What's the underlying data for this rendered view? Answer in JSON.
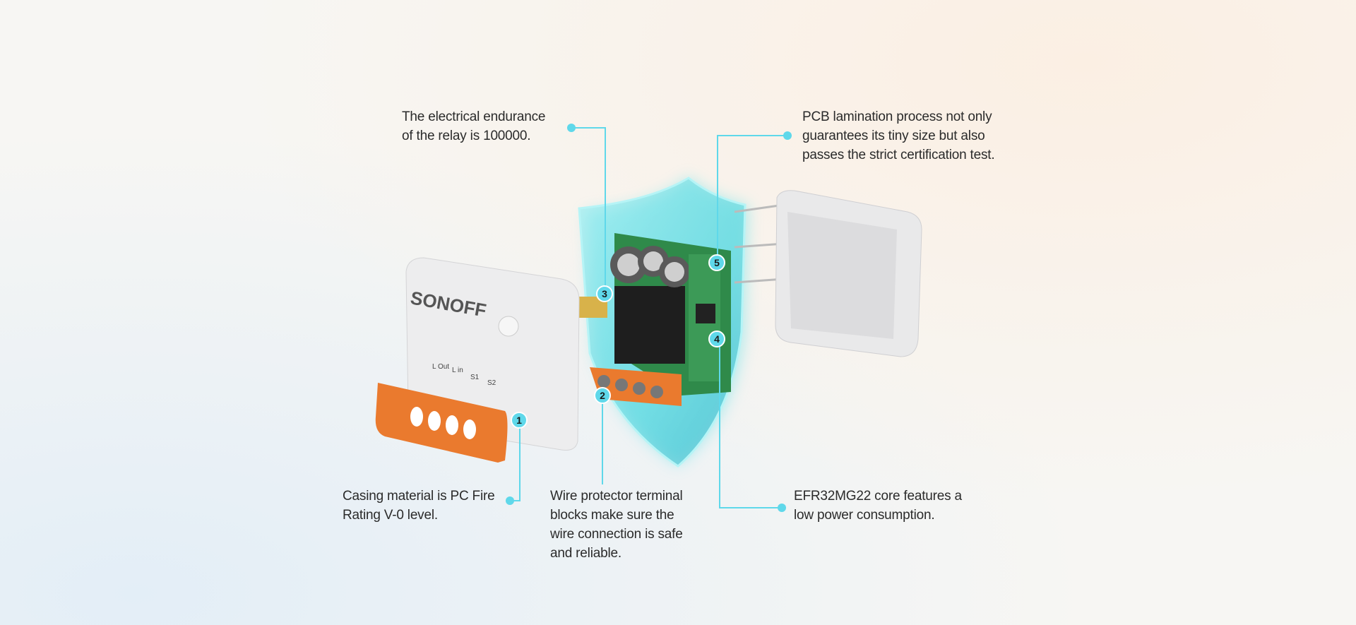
{
  "callouts": [
    {
      "id": "1",
      "lines": [
        "Casing material is PC Fire",
        "Rating V-0 level."
      ]
    },
    {
      "id": "2",
      "lines": [
        "Wire protector terminal",
        "blocks make sure the",
        "wire connection is safe",
        "and reliable."
      ]
    },
    {
      "id": "3",
      "lines": [
        "The electrical endurance",
        "of the relay is 100000."
      ]
    },
    {
      "id": "4",
      "lines": [
        "EFR32MG22 core features a",
        "low power consumption."
      ]
    },
    {
      "id": "5",
      "lines": [
        "PCB lamination process not only",
        "guarantees its tiny size but also",
        "passes the strict certification test."
      ]
    }
  ],
  "device": {
    "logo": "SONOFF",
    "labels": [
      "L Out",
      "L in",
      "S1",
      "S2"
    ]
  },
  "colors": {
    "accent": "#5fd8ea",
    "orange": "#ea7a2e",
    "pcb": "#2f8a4a"
  }
}
